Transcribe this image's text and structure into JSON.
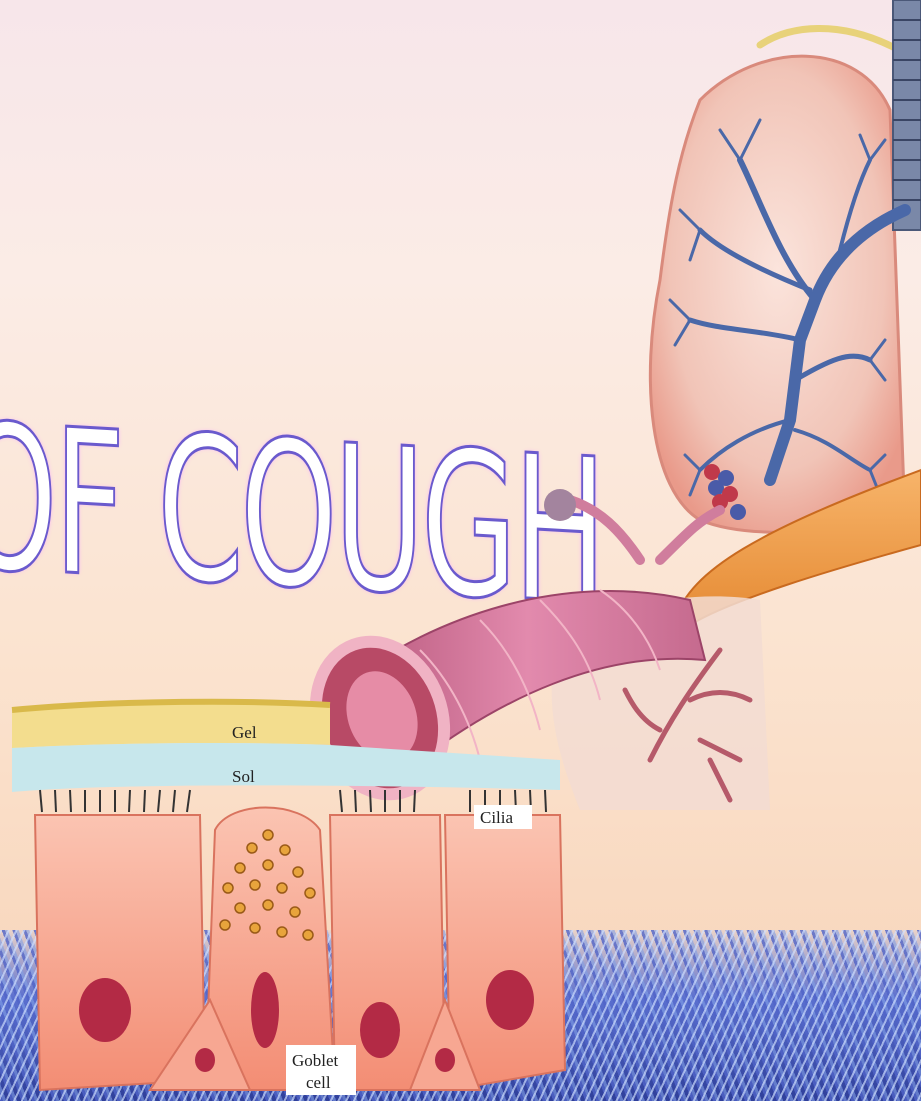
{
  "slide": {
    "title_fragment": "OF COUGH"
  },
  "epithelium_labels": {
    "gel": "Gel",
    "sol": "Sol",
    "cilia": "Cilia",
    "goblet_line1": "Goblet",
    "goblet_line2": "cell"
  },
  "colors": {
    "title_fill": "#ffffff",
    "title_outline": "#6a5acd",
    "lung": "#f2b3a6",
    "bronchial_tree": "#4a68a8",
    "bronchus": "#d0729a",
    "cell": "#f4a08c",
    "nucleus": "#b32a45",
    "cilia_carpet": "#4b5fc4"
  },
  "icons": [
    "lung-illustration",
    "bronchus-illustration",
    "cilia-carpet",
    "epithelium-diagram"
  ]
}
